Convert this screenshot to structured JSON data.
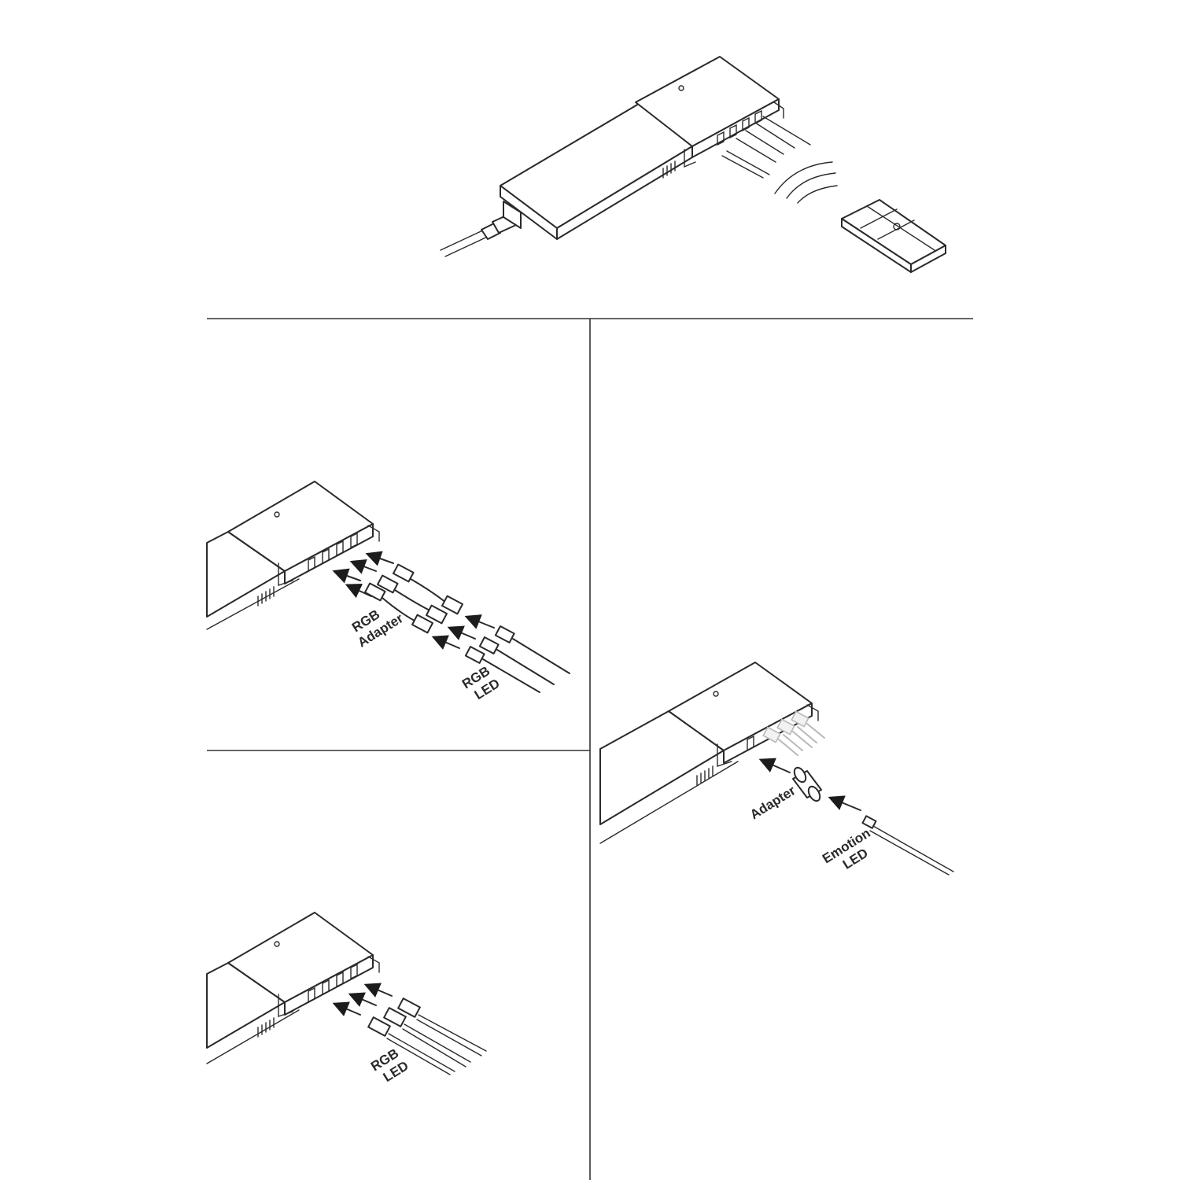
{
  "labels": {
    "rgb_adapter_line1": "RGB",
    "rgb_adapter_line2": "Adapter",
    "rgb_led_upper_line1": "RGB",
    "rgb_led_upper_line2": "LED",
    "rgb_led_lower_line1": "RGB",
    "rgb_led_lower_line2": "LED",
    "adapter": "Adapter",
    "emotion_led_line1": "Emotion",
    "emotion_led_line2": "LED"
  },
  "icons": {
    "remote": "remote-control-icon",
    "signal": "wireless-signal-icon",
    "power_unit": "power-supply-unit-icon",
    "arrow": "insert-arrow-icon"
  }
}
